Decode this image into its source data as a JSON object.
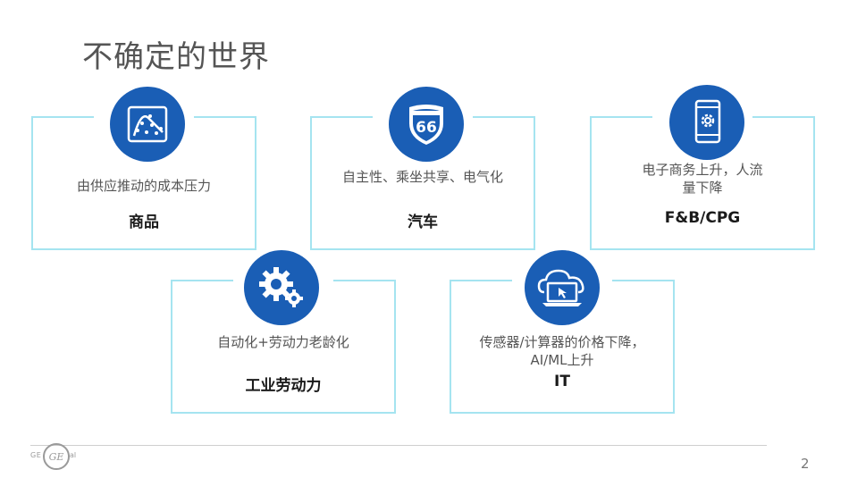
{
  "title": "不确定的世界",
  "cards": [
    {
      "desc": "由供应推动的成本压力",
      "name": "商品",
      "icon": "chart-scatter-icon"
    },
    {
      "desc": "自主性、乘坐共享、电气化",
      "name": "汽车",
      "icon": "highway-shield-icon",
      "badge": "66"
    },
    {
      "desc": "电子商务上升，人流量下降",
      "name": "F&B/CPG",
      "icon": "mobile-gear-icon"
    },
    {
      "desc": "自动化+劳动力老龄化",
      "name": "工业劳动力",
      "icon": "gears-icon"
    },
    {
      "desc": "传感器/计算器的价格下降，AI/ML上升",
      "name": "IT",
      "icon": "cloud-laptop-icon"
    }
  ],
  "footer": {
    "brand_left": "GE",
    "brand_right": "al",
    "page_number": "2",
    "logo": "GE"
  },
  "colors": {
    "accent": "#1a5eb5",
    "border": "#a5e4f0"
  }
}
